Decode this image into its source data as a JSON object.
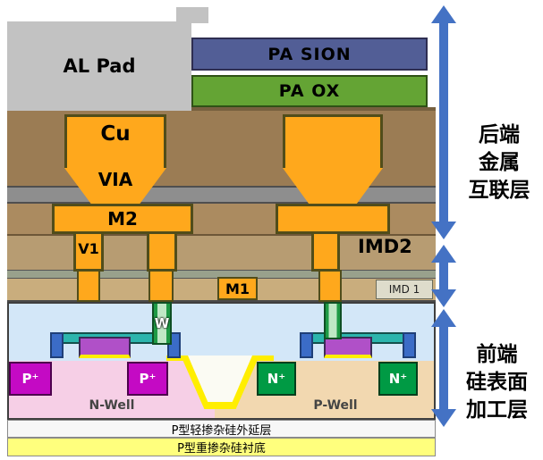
{
  "passivation": {
    "al_pad": "AL Pad",
    "pa_sion": "PA SION",
    "pa_ox": "PA OX"
  },
  "interconnect": {
    "cu": "Cu",
    "via": "VIA",
    "m2": "M2",
    "v1": "V1",
    "m1": "M1",
    "imd2": "IMD2",
    "imd1": "IMD 1",
    "w_plug": "W"
  },
  "silicon": {
    "p_plus": "P⁺",
    "n_plus": "N⁺",
    "n_well": "N-Well",
    "p_well": "P-Well",
    "epi_layer": "P型轻掺杂硅外延层",
    "substrate": "P型重掺杂硅衬底"
  },
  "annotations": {
    "backend_lines": [
      "后端",
      "金属",
      "互联层"
    ],
    "frontend_lines": [
      "前端",
      "硅表面",
      "加工层"
    ]
  },
  "colors": {
    "metal_orange": "#ffa81c",
    "pa_sion_blue": "#525e96",
    "pa_ox_green": "#64a434",
    "al_pad_gray": "#c2c2c2",
    "arrow_blue": "#4472c4",
    "p_plus_magenta": "#c40ac4",
    "n_plus_green": "#009a44",
    "n_well_pink": "#f6cfe6",
    "p_well_tan": "#f2d8b0",
    "silicon_blue": "#d3e7f8",
    "substrate_yellow": "#ffff7d",
    "sti_yellow": "#ffee00",
    "w_plug_green": "#1e9a45"
  }
}
